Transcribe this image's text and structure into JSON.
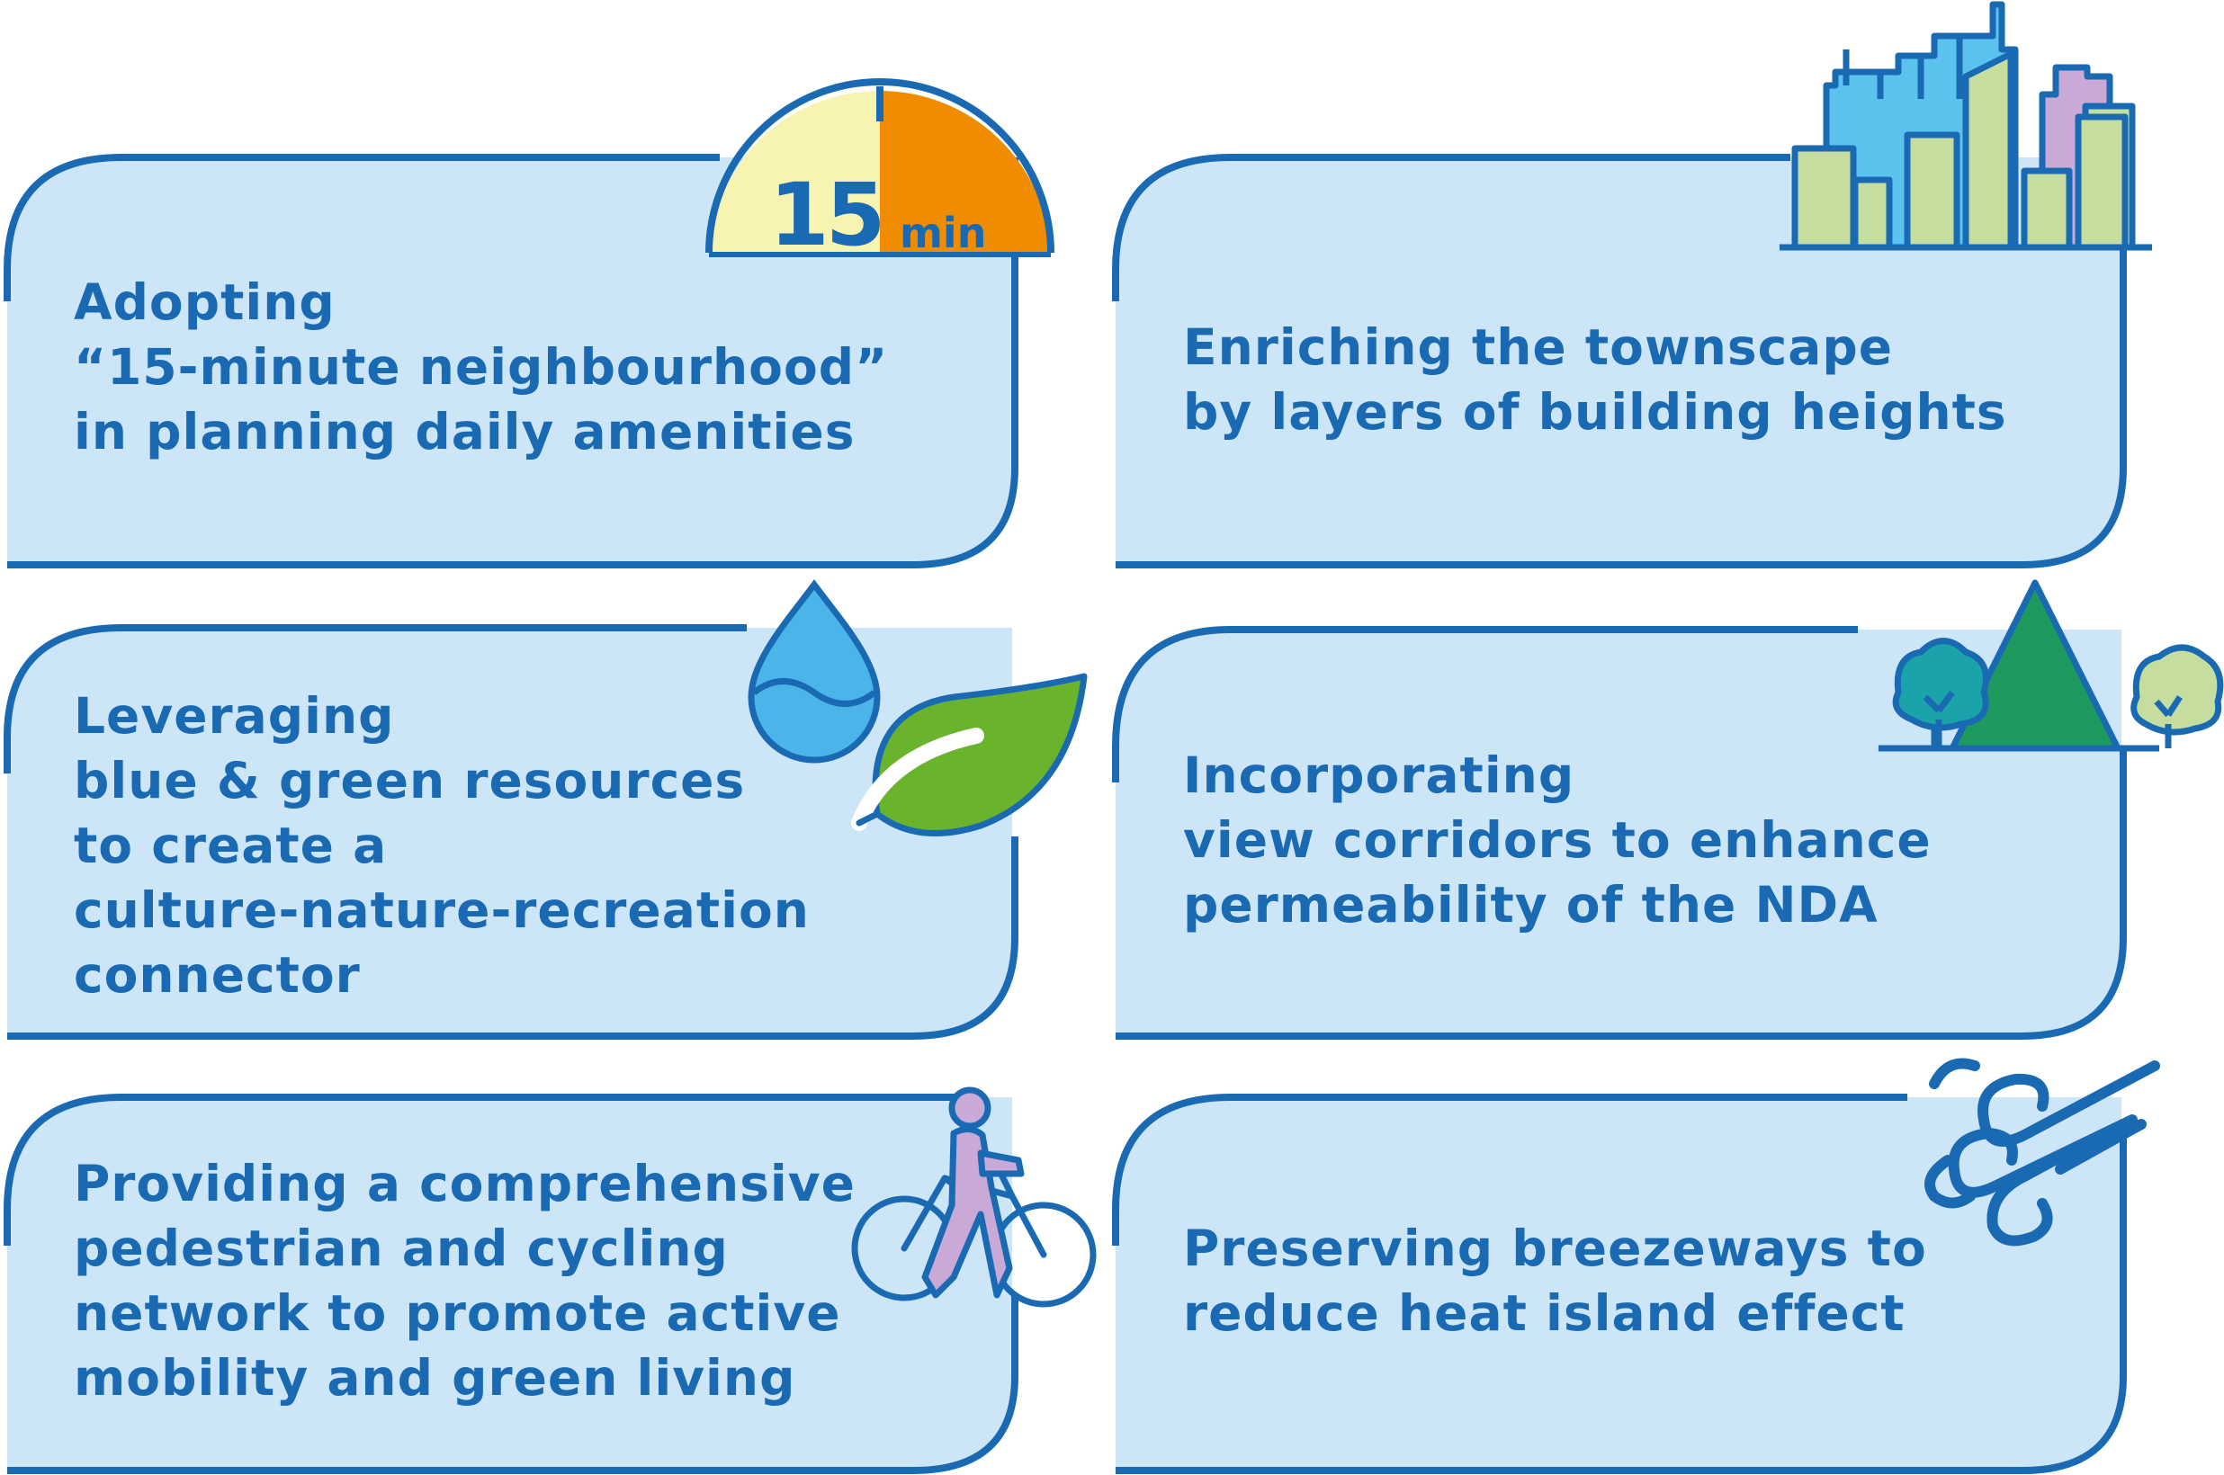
{
  "cards": [
    {
      "lines": [
        "Adopting",
        "“15-minute neighbourhood”",
        "in planning daily amenities"
      ],
      "icon": "stopwatch-15min-icon"
    },
    {
      "lines": [
        "Enriching the townscape",
        "by layers of building heights"
      ],
      "icon": "city-skyline-icon"
    },
    {
      "lines": [
        "Leveraging",
        "blue & green resources",
        "to create a",
        "culture-nature-recreation",
        "connector"
      ],
      "icon": "water-drop-leaf-icon"
    },
    {
      "lines": [
        "Incorporating",
        "view corridors to enhance",
        "permeability of the NDA"
      ],
      "icon": "mountain-trees-icon"
    },
    {
      "lines": [
        "Providing a comprehensive",
        "pedestrian and cycling",
        "network to promote active",
        "mobility and green living"
      ],
      "icon": "cyclist-icon"
    },
    {
      "lines": [
        "Preserving breezeways to",
        "reduce heat island effect"
      ],
      "icon": "wind-icon"
    }
  ],
  "badge": {
    "number": "15",
    "unit": "min"
  },
  "colors": {
    "card_fill": "#cde6f7",
    "stroke": "#1a6ab3",
    "text": "#1a6ab3",
    "pale_yellow": "#f7f3b0",
    "orange": "#f08c00",
    "sky_blue": "#5bc2ee",
    "light_green": "#c5dea0",
    "lavender": "#c9a9d6",
    "leaf_green": "#6ab42d",
    "drop_blue": "#4bb5ea",
    "mountain_green": "#1f9a5e",
    "tree_teal": "#1aa3a8"
  }
}
